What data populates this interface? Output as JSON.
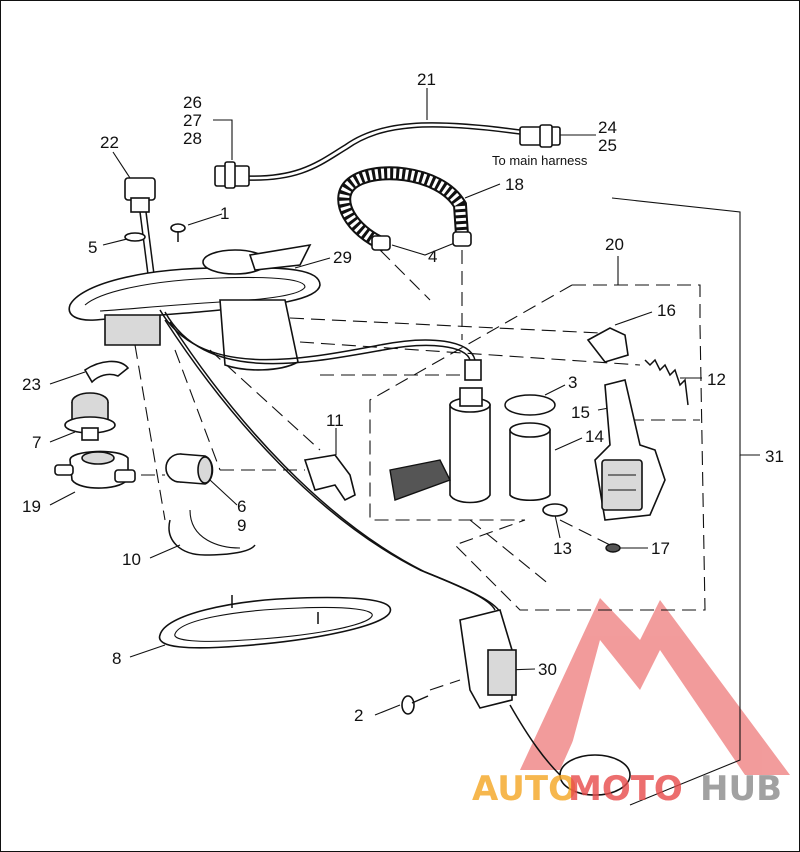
{
  "diagram": {
    "callouts": [
      {
        "id": "c21",
        "text": "21"
      },
      {
        "id": "c26",
        "text": "26"
      },
      {
        "id": "c27",
        "text": "27"
      },
      {
        "id": "c28",
        "text": "28"
      },
      {
        "id": "c24",
        "text": "24"
      },
      {
        "id": "c25",
        "text": "25"
      },
      {
        "id": "c22",
        "text": "22"
      },
      {
        "id": "c18",
        "text": "18"
      },
      {
        "id": "c1",
        "text": "1"
      },
      {
        "id": "c5",
        "text": "5"
      },
      {
        "id": "c29",
        "text": "29"
      },
      {
        "id": "c4",
        "text": "4"
      },
      {
        "id": "c20",
        "text": "20"
      },
      {
        "id": "c16",
        "text": "16"
      },
      {
        "id": "c23",
        "text": "23"
      },
      {
        "id": "c3",
        "text": "3"
      },
      {
        "id": "c12",
        "text": "12"
      },
      {
        "id": "c15",
        "text": "15"
      },
      {
        "id": "c7",
        "text": "7"
      },
      {
        "id": "c11",
        "text": "11"
      },
      {
        "id": "c14",
        "text": "14"
      },
      {
        "id": "c31",
        "text": "31"
      },
      {
        "id": "c19",
        "text": "19"
      },
      {
        "id": "c6",
        "text": "6"
      },
      {
        "id": "c9",
        "text": "9"
      },
      {
        "id": "c13",
        "text": "13"
      },
      {
        "id": "c17",
        "text": "17"
      },
      {
        "id": "c10",
        "text": "10"
      },
      {
        "id": "c8",
        "text": "8"
      },
      {
        "id": "c30",
        "text": "30"
      },
      {
        "id": "c2",
        "text": "2"
      }
    ],
    "note_main_harness": "To main harness"
  },
  "watermark": {
    "brand_part1": "AUTO",
    "brand_part2": "MOTO",
    "brand_part3": "HUB",
    "color_orange": "#f5a623",
    "color_red": "#e84a4a",
    "color_grey": "#8a8a8a"
  }
}
